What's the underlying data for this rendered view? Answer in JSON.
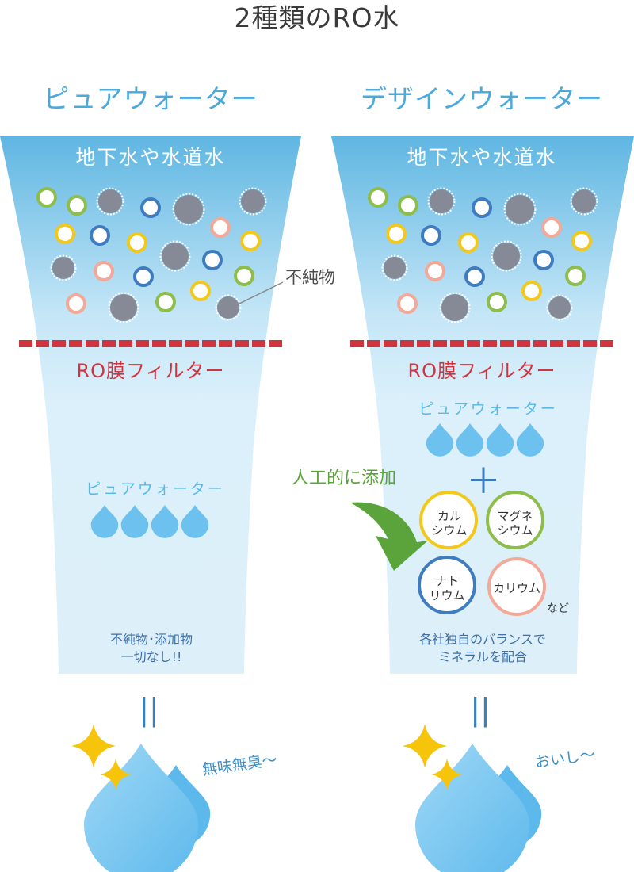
{
  "title": "2種類のRO水",
  "pure": {
    "heading": "ピュアウォーター",
    "source": "地下水や水道水",
    "filter": "RO膜フィルター",
    "result_label": "ピュアウォーター",
    "note": "不純物･添加物\n一切なし!!",
    "taste": "無味無臭〜"
  },
  "design": {
    "heading": "デザインウォーター",
    "source": "地下水や水道水",
    "filter": "RO膜フィルター",
    "result_label": "ピュアウォーター",
    "plus": "＋",
    "added_label": "人工的に添加",
    "minerals": [
      {
        "label": "カル\nシウム",
        "color": "#f2c81a"
      },
      {
        "label": "マグネ\nシウム",
        "color": "#8dbd4a"
      },
      {
        "label": "ナト\nリウム",
        "color": "#3f7bbf"
      },
      {
        "label": "カリウム",
        "color": "#f3a898"
      }
    ],
    "etc": "など",
    "note": "各社独自のバランスで\nミネラルを配合",
    "taste": "おいし〜"
  },
  "impurity_label": "不純物",
  "equals": "||",
  "colors": {
    "title_blue": "#4ba9dc",
    "filter_red": "#d0343f",
    "impurity_gray": "#858a96",
    "arrow_green": "#5ba43b",
    "drop_blue": "#6cc1ee"
  }
}
